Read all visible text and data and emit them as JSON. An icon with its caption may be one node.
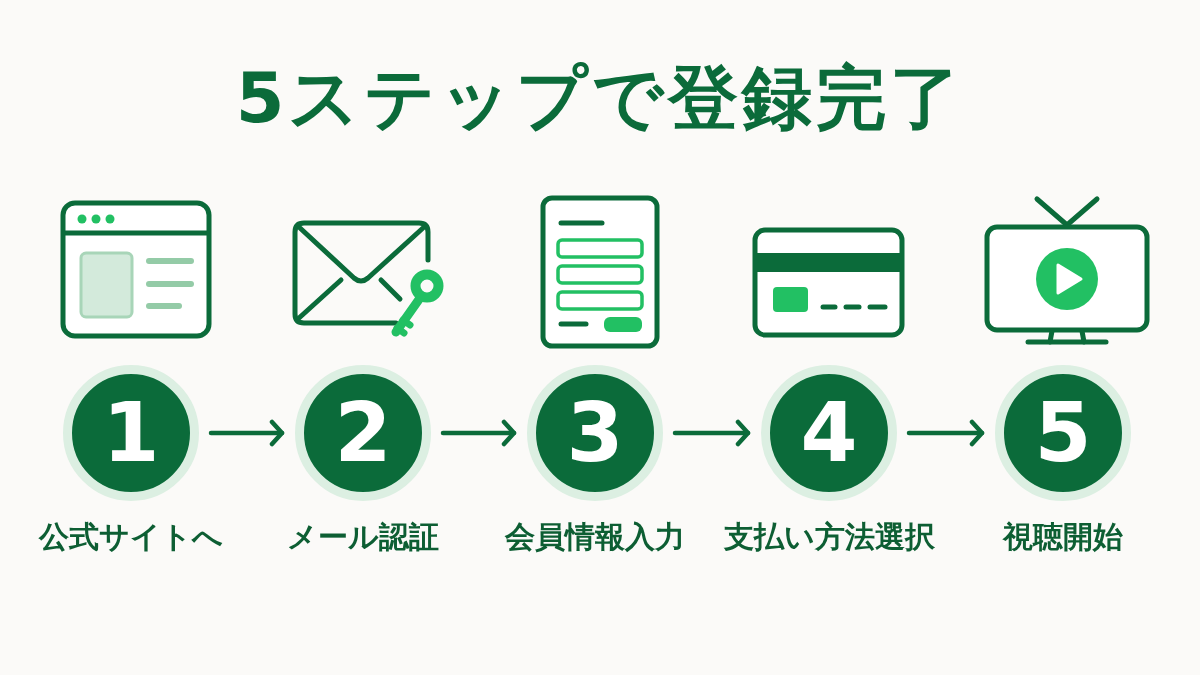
{
  "diagram": {
    "title": "5ステップで登録完了",
    "nodes": [
      {
        "text": [
          "1"
        ],
        "beside": [
          "公式サイトへ"
        ]
      },
      {
        "text": [
          "2"
        ],
        "beside": [
          "メール認証"
        ]
      },
      {
        "text": [
          "3"
        ],
        "beside": [
          "会員情報入力"
        ]
      },
      {
        "text": [
          "4"
        ],
        "beside": [
          "支払い方法選択"
        ]
      },
      {
        "text": [
          "5"
        ],
        "beside": [
          "視聴開始"
        ]
      }
    ],
    "edges": [
      {
        "from": 0,
        "to": 1,
        "arrow": "to"
      },
      {
        "from": 1,
        "to": 2,
        "arrow": "to"
      },
      {
        "from": 2,
        "to": 3,
        "arrow": "to"
      },
      {
        "from": 3,
        "to": 4,
        "arrow": "to"
      }
    ]
  }
}
